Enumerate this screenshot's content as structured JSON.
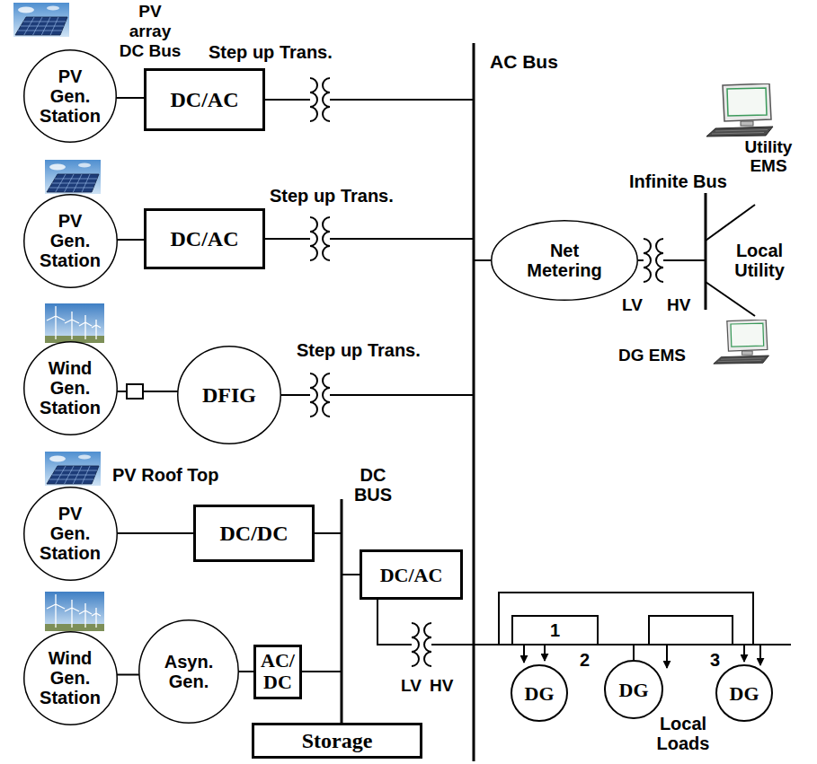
{
  "diagram": {
    "nodes": [
      {
        "text": [
          "PV Gen. Station"
        ]
      },
      {
        "text": [
          "DC/AC"
        ]
      },
      {
        "text": [
          "PV Gen. Station"
        ]
      },
      {
        "text": [
          "DC/AC"
        ]
      },
      {
        "text": [
          "Net Metering"
        ]
      },
      {
        "text": [
          "Wind Gen. Station"
        ]
      },
      {
        "text": [
          "DFIG"
        ]
      },
      {
        "text": [
          "PV Gen. Station"
        ]
      },
      {
        "text": [
          "DC/DC"
        ]
      },
      {
        "text": [
          "Wind Gen. Station"
        ]
      },
      {
        "text": [
          "Asyn. Gen."
        ]
      },
      {
        "text": [
          "AC/DC"
        ]
      },
      {
        "text": [
          "DC/AC"
        ]
      },
      {
        "text": [
          "Storage"
        ]
      },
      {
        "text": [
          "DG"
        ]
      },
      {
        "text": [
          "DG"
        ]
      },
      {
        "text": [
          "DG"
        ]
      }
    ],
    "edges": [
      {
        "from": 0,
        "to": 1,
        "arrow": "none"
      },
      {
        "from": 2,
        "to": 3,
        "arrow": "none"
      },
      {
        "from": 5,
        "to": 6,
        "arrow": "none"
      },
      {
        "from": 7,
        "to": 8,
        "arrow": "none"
      },
      {
        "from": 9,
        "to": 10,
        "arrow": "none"
      },
      {
        "from": 10,
        "to": 11,
        "arrow": "none"
      }
    ],
    "labels": [
      "PV array DC Bus",
      "Step up Trans.",
      "AC Bus",
      "Utility EMS",
      "Step up Trans.",
      "Infinite Bus",
      "Local Utility",
      "LV",
      "HV",
      "DG EMS",
      "Step up Trans.",
      "PV Roof Top",
      "DC BUS",
      "LV",
      "HV",
      "1",
      "2",
      "3",
      "Local Loads"
    ]
  }
}
